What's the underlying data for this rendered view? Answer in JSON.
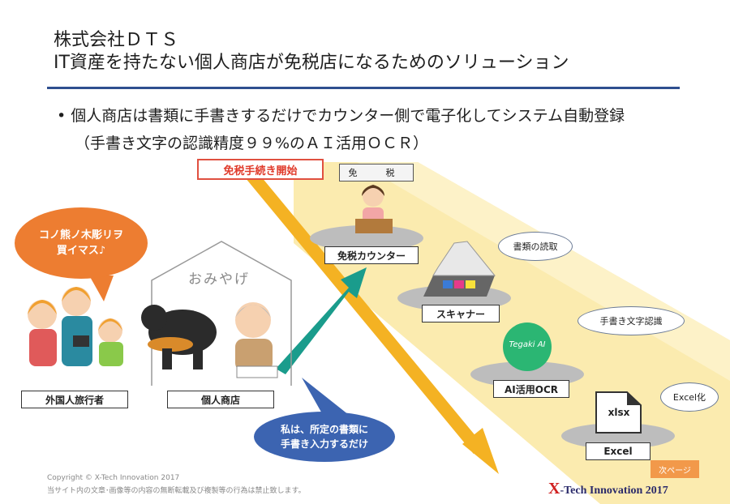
{
  "slide": {
    "company": "株式会社ＤＴＳ",
    "headline": "IT資産を持たない個人商店が免税店になるためのソリューション",
    "bullet": "• 個人商店は書類に手書きするだけでカウンター側で電子化してシステム自動登録",
    "sub_bullet": "（手書き文字の認識精度９９%のＡＩ活用ＯＣＲ）",
    "start_label": "免税手続き開始",
    "sign_label": "免　税"
  },
  "left": {
    "tourist_speech_line1": "コノ熊ノ木彫リヲ",
    "tourist_speech_line2": "買イマス♪",
    "souvenir_label": "おみやげ",
    "tourist_label": "外国人旅行者",
    "shop_label": "個人商店",
    "shop_speech_line1": "私は、所定の書類に",
    "shop_speech_line2": "手書き入力するだけ"
  },
  "flow": {
    "counter_label": "免税カウンター",
    "scanner_label": "スキャナー",
    "ocr_label": "AI活用OCR",
    "excel_label": "Excel",
    "ocr_logo_text": "Tegaki AI",
    "xlsx_text": "xlsx",
    "bubble_scan": "書類の読取",
    "bubble_recog": "手書き文字認識",
    "bubble_excel": "Excel化"
  },
  "footer": {
    "copyright": "Copyright ©  X-Tech Innovation 2017",
    "notice": "当サイト内の文章･画像等の内容の無断転載及び複製等の行為は禁止致します。",
    "next_page": "次ページ",
    "logo_x": "X",
    "logo_text": "-Tech Innovation 2017"
  },
  "colors": {
    "accent_blue": "#2f4f8f",
    "band_yellow": "#fbe9a6",
    "arrow_orange": "#f4b223",
    "arrow_teal": "#1a9c8c",
    "speech_orange": "#ed7d31",
    "speech_blue": "#3c64b1"
  }
}
